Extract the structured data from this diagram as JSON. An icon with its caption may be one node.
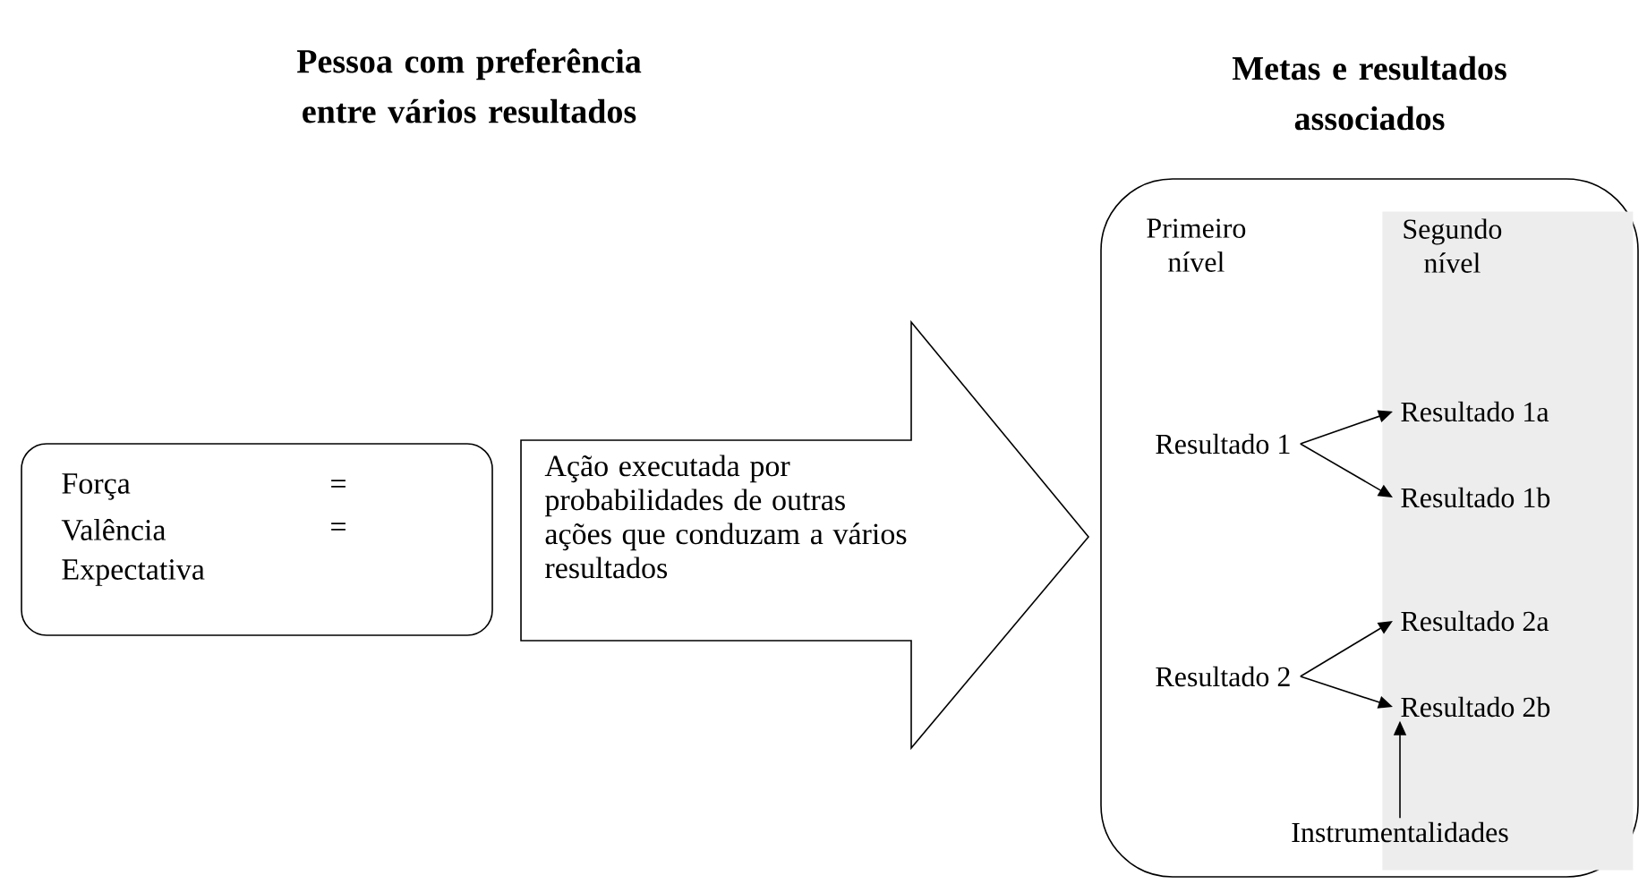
{
  "diagram": {
    "nodes": [
      {
        "text": [
          "Força",
          "=",
          "Valência",
          "=",
          "Expectativa"
        ]
      },
      {
        "text": [
          "Ação executada por probabilidades de outras ações que conduzam a vários resultados"
        ]
      },
      {
        "text": [
          "Metas e resultados associados"
        ]
      },
      {
        "text": [
          "Segundo nível"
        ],
        "in": 2
      },
      {
        "text": [
          "Resultado 1"
        ],
        "in": 2
      },
      {
        "text": [
          "Resultado 2"
        ],
        "in": 2
      },
      {
        "text": [
          "Resultado 1a"
        ],
        "in": 3
      },
      {
        "text": [
          "Resultado 1b"
        ],
        "in": 3
      },
      {
        "text": [
          "Resultado 2a"
        ],
        "in": 3
      },
      {
        "text": [
          "Resultado 2b"
        ],
        "in": 3
      },
      {
        "text": [
          "Instrumentalidades"
        ],
        "in": 2
      }
    ],
    "edges": [
      {
        "from": 4,
        "to": 6,
        "arrow": "to"
      },
      {
        "from": 4,
        "to": 7,
        "arrow": "to"
      },
      {
        "from": 5,
        "to": 8,
        "arrow": "to"
      },
      {
        "from": 5,
        "to": 9,
        "arrow": "to"
      },
      {
        "from": 10,
        "to": 9,
        "arrow": "to"
      }
    ],
    "labels": [
      "Pessoa com preferência entre vários resultados",
      "Primeiro nível"
    ]
  }
}
